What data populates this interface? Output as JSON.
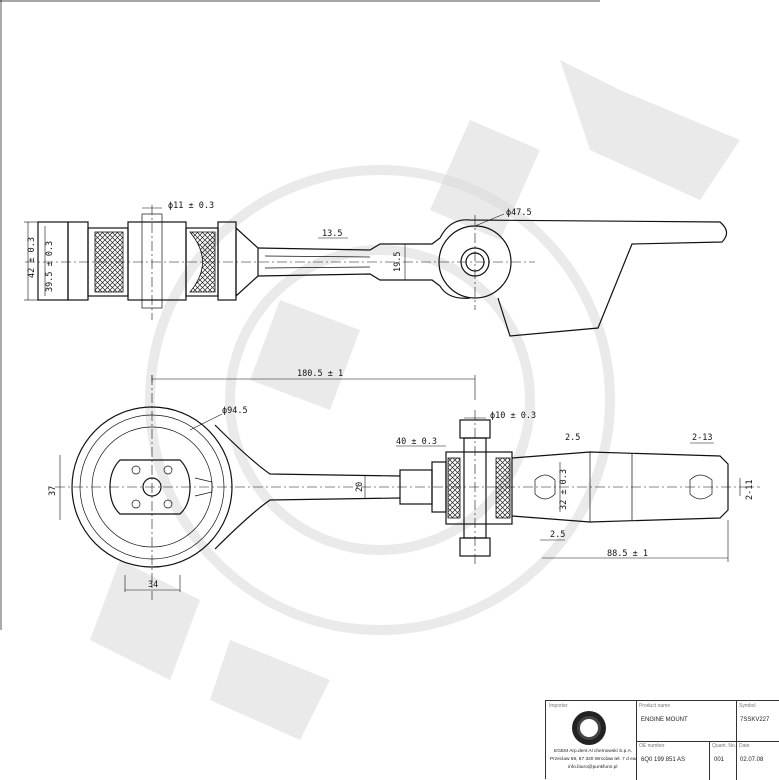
{
  "drawing": {
    "dimensions": {
      "bolt_dia_top": "ϕ11 ± 0.3",
      "height_outer": "42 ± 0.3",
      "height_inner": "39.5 ± 0.3",
      "arm_width": "13.5",
      "arm_height": "19.5",
      "eye_dia": "ϕ47.5",
      "center_distance": "180.5 ± 1",
      "mount_dia": "ϕ94.5",
      "bolt_dia_side": "ϕ10 ± 0.3",
      "bush_width": "40 ± 0.3",
      "step_small": "2.5",
      "slot_h": "2-13",
      "mount_height": "37",
      "arm_thickness": "20",
      "bush_dia": "32 ± 0.3",
      "slot_w": "2-11",
      "step_bottom": "2.5",
      "length_end": "88.5 ± 1",
      "mount_width": "34"
    }
  },
  "titleblock": {
    "importer_label": "Importer",
    "company_line1": "EGEM Arp.dent Al chemowski S.p.A.",
    "company_line2": "Przeclaw 59, 67 320 Wroclaw tel. 7 d ear",
    "company_line3": "info.biuro@punkfunn.pl",
    "product_label": "Product name",
    "product_name": "ENGINE MOUNT",
    "symbol_label": "Symbol",
    "symbol": "7SSKV227",
    "oe_label": "OE number",
    "oe_number": "6Q0 199 851 AS",
    "qty_label": "Quant. No.",
    "qty": "001",
    "date_label": "Date",
    "date": "02.07.08"
  }
}
